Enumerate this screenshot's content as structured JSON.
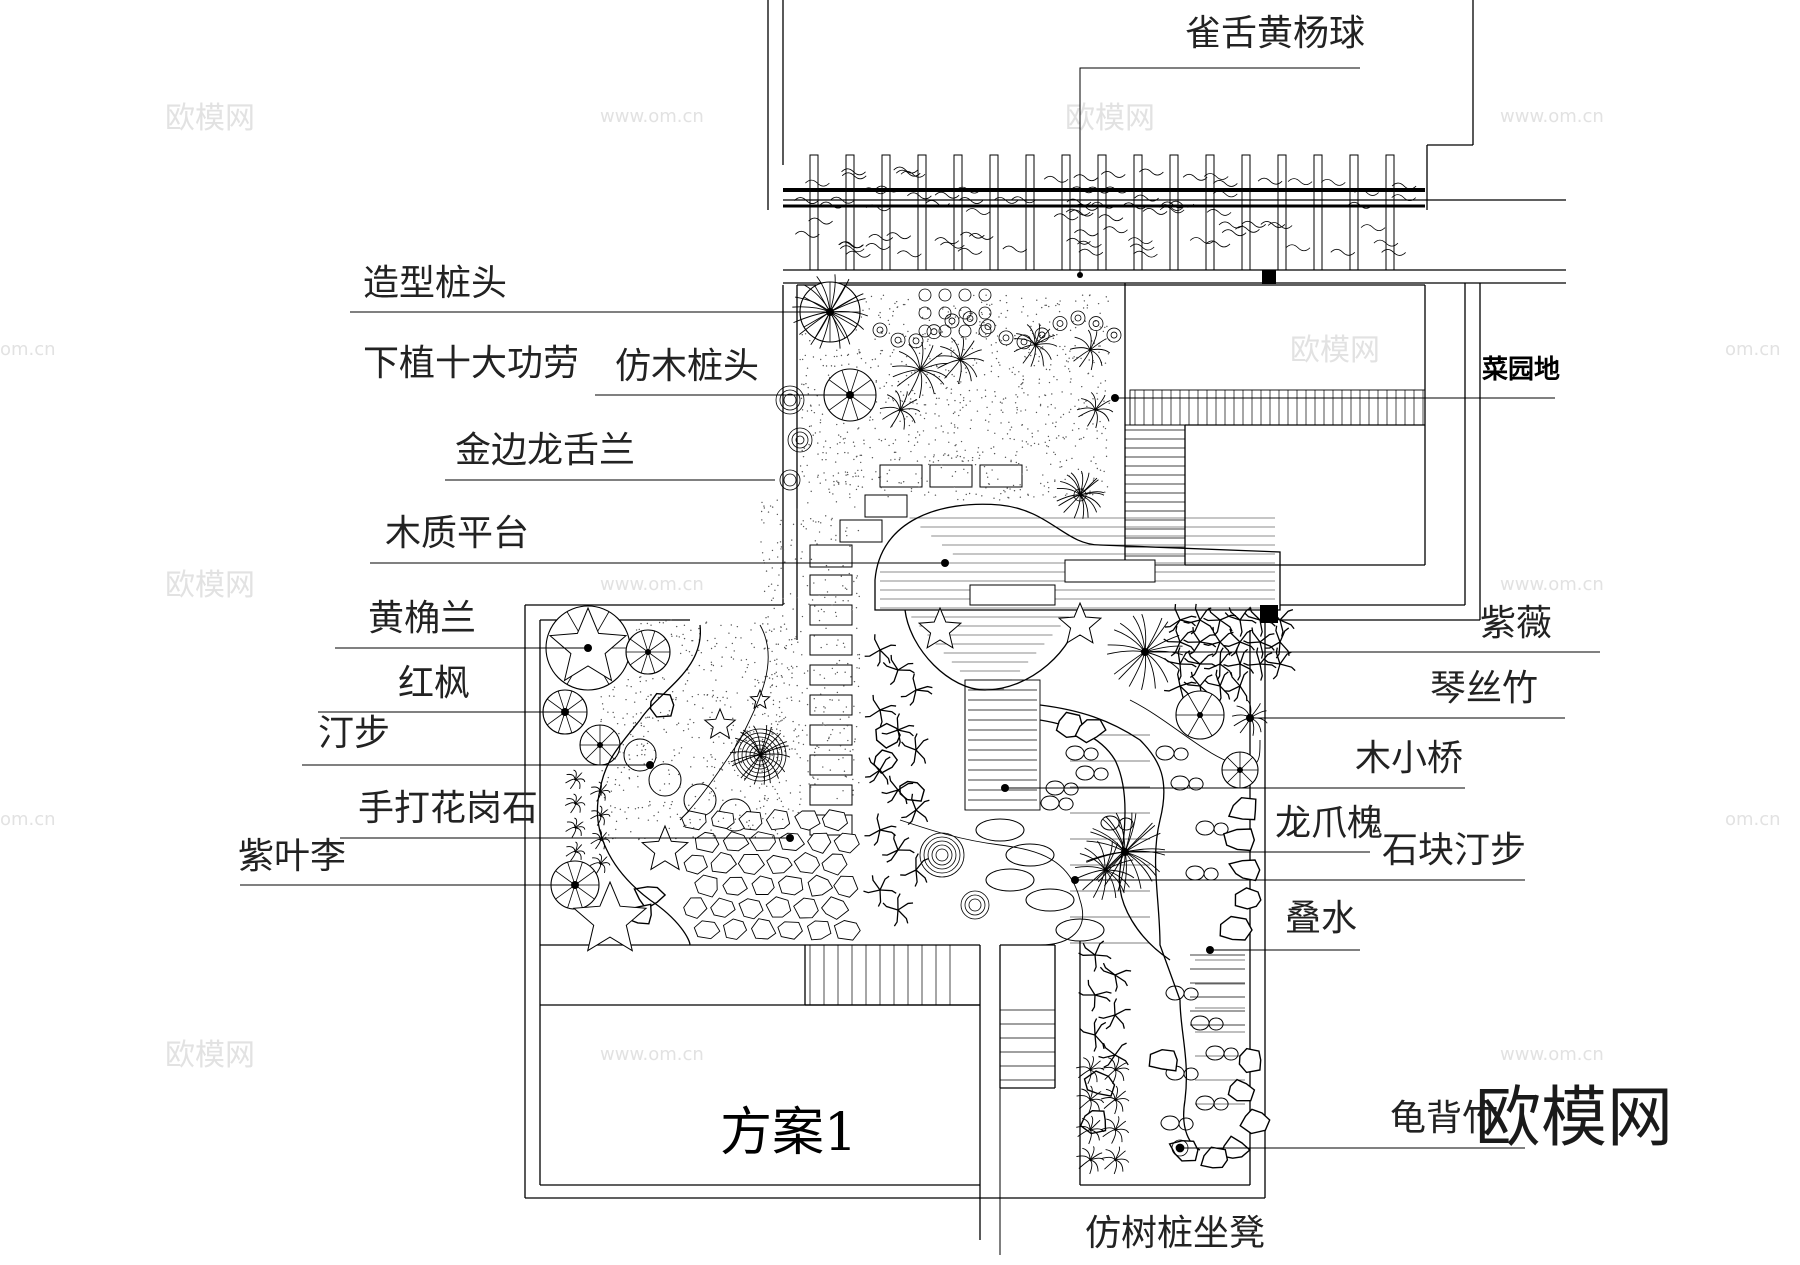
{
  "title": "方案1",
  "labels": {
    "queshe_huangyang_qiu": "雀舌黄杨球",
    "zaoxing_zhuangtou": "造型桩头",
    "xiazhi_shidagonglao": "下植十大功劳",
    "fangmu_zhuangtou": "仿木桩头",
    "jinbian_longshelan": "金边龙舌兰",
    "muzhi_pingtai": "木质平台",
    "huang_xiaolan": "黄桷兰",
    "hongfeng": "红枫",
    "tingbu": "汀步",
    "shouda_huagangshi": "手打花岗石",
    "ziye_li": "紫叶李",
    "caiyuan_di": "菜园地",
    "ziwei": "紫薇",
    "qinsi_zhu": "琴丝竹",
    "mu_xiaoqiao": "木小桥",
    "longzhua_huai": "龙爪槐",
    "shikuai_tingbu": "石块汀步",
    "dieshui": "叠水",
    "guibei_zhu": "龟背竹",
    "fangshuzhuang_zuodeng": "仿树桩坐凳"
  },
  "watermark": {
    "brand": "欧模网",
    "url": "www.om.cn",
    "url_short": "om.cn"
  }
}
